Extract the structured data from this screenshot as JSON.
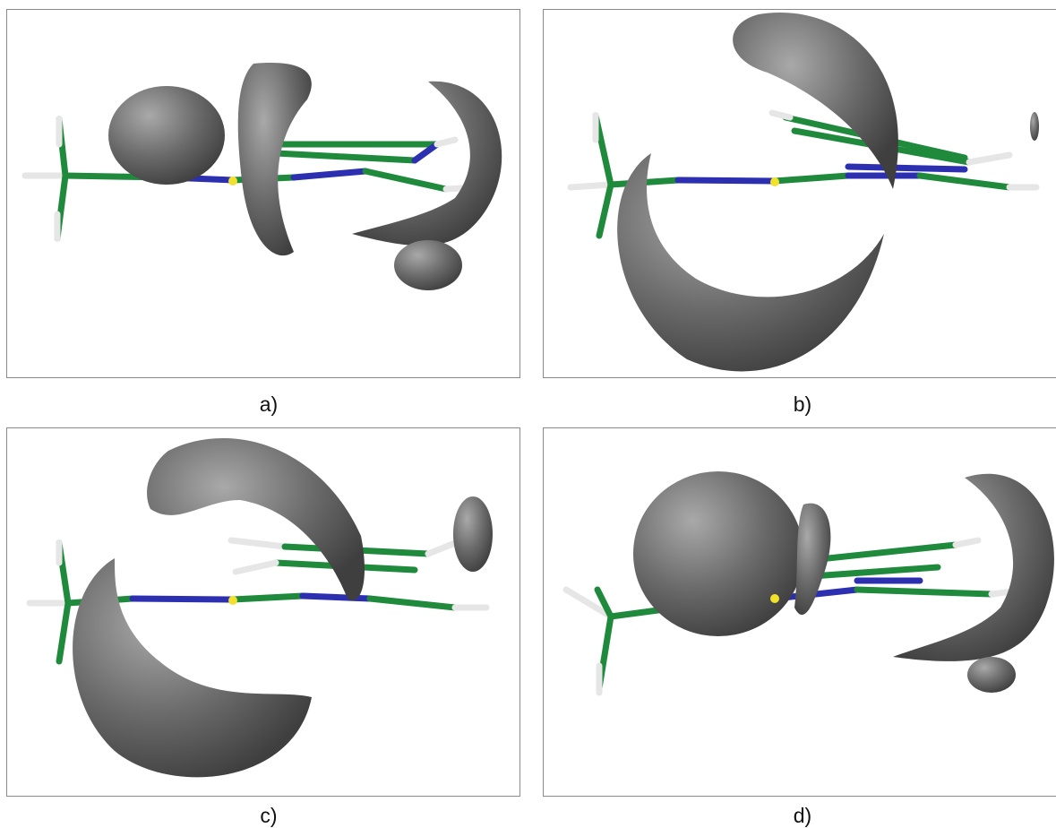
{
  "figure": {
    "panels": [
      {
        "id": "a",
        "caption": "a)"
      },
      {
        "id": "b",
        "caption": "b)"
      },
      {
        "id": "c",
        "caption": "c)"
      },
      {
        "id": "d",
        "caption": "d)"
      }
    ]
  },
  "colors": {
    "carbon": "#1f8a3c",
    "nitrogen": "#2b2fb0",
    "hydrogen": "#e6e6e6",
    "metal": "#f2e12a",
    "isosurface": "#6a6a6a",
    "border": "#8a8a8a"
  }
}
